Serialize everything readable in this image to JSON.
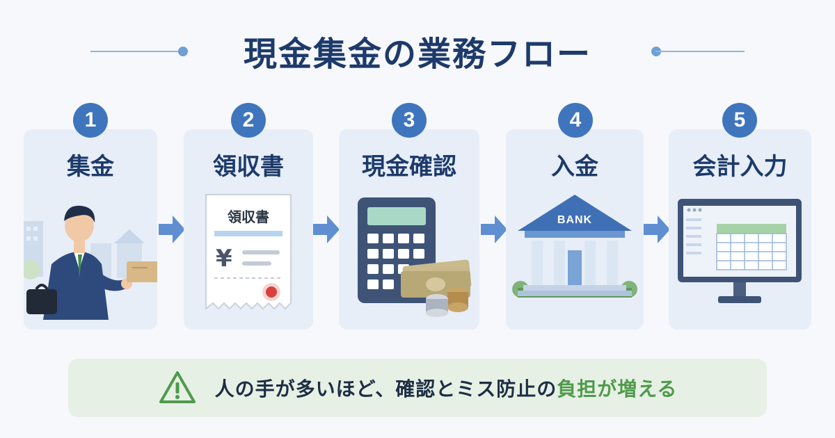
{
  "title": "現金集金の業務フロー",
  "colors": {
    "navy": "#1d3a6b",
    "accent_blue": "#3f75bd",
    "card_bg": "#e7eef8",
    "note_bg": "#e7f0e4",
    "note_accent": "#4f9a4d"
  },
  "steps": [
    {
      "number": "1",
      "label": "集金",
      "icon": "businessman-with-envelope-icon"
    },
    {
      "number": "2",
      "label": "領収書",
      "icon": "receipt-icon"
    },
    {
      "number": "3",
      "label": "現金確認",
      "icon": "calculator-and-cash-icon"
    },
    {
      "number": "4",
      "label": "入金",
      "icon": "bank-building-icon"
    },
    {
      "number": "5",
      "label": "会計入力",
      "icon": "monitor-spreadsheet-icon"
    }
  ],
  "receipt": {
    "title": "領収書",
    "currency": "¥"
  },
  "bank": {
    "sign": "BANK"
  },
  "note": {
    "icon": "warning-triangle-icon",
    "text_main": "人の手が多いほど、確認とミス防止の",
    "text_accent": "負担が増える"
  }
}
